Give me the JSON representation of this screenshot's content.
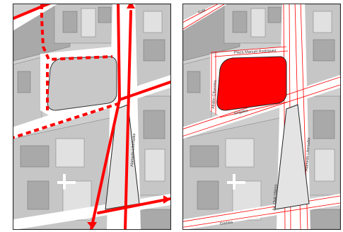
{
  "colors": {
    "block_dark": "#a9a9a9",
    "block_mid": "#c6c6c6",
    "block_light": "#e1e1e1",
    "street": "#ffffff",
    "plaza_fill": "#c8c8c8",
    "triangle_fill": "#e4e4e4",
    "accent_red": "#ff0000"
  },
  "panels": [
    {
      "id": "circulation",
      "description_icons": [
        "solid-red-route",
        "dashed-red-route",
        "arrow-head"
      ]
    },
    {
      "id": "street-names",
      "labels": {
        "top_left": "Sole",
        "plaza_street": "Plaza Manuel Rodriguez",
        "left_vertical": "Abdón Cifuentes",
        "middle_diagonal": "Grajales",
        "center_vertical": "Av. Club Hípico",
        "right_vertical": "Alameda Libertador",
        "bottom": "Gorbea"
      }
    }
  ],
  "left_labels": {
    "alameda": "Alameda Libertador"
  }
}
